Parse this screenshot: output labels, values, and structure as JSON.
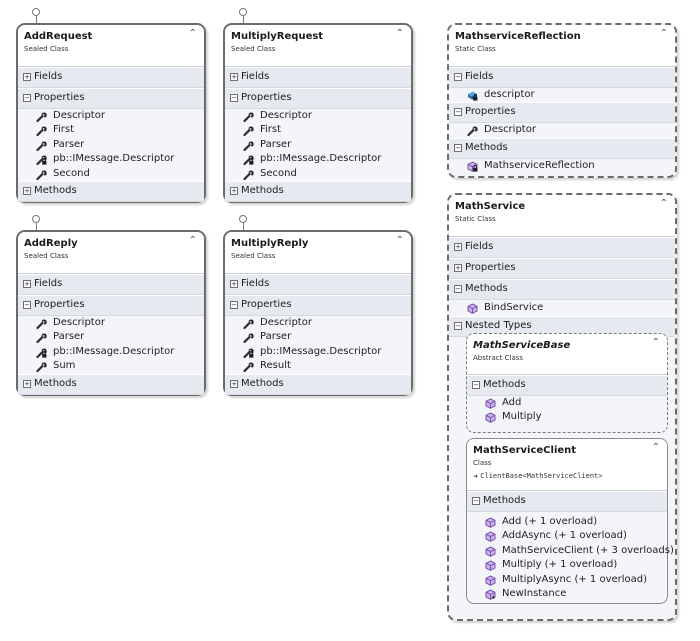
{
  "shapes": {
    "add_request": {
      "name": "AddRequest",
      "kind": "Sealed Class",
      "fields": "Fields",
      "properties": "Properties",
      "methods": "Methods",
      "props": [
        "Descriptor",
        "First",
        "Parser",
        "pb::IMessage.Descriptor",
        "Second"
      ]
    },
    "multiply_request": {
      "name": "MultiplyRequest",
      "kind": "Sealed Class",
      "fields": "Fields",
      "properties": "Properties",
      "methods": "Methods",
      "props": [
        "Descriptor",
        "First",
        "Parser",
        "pb::IMessage.Descriptor",
        "Second"
      ]
    },
    "add_reply": {
      "name": "AddReply",
      "kind": "Sealed Class",
      "fields": "Fields",
      "properties": "Properties",
      "methods": "Methods",
      "props": [
        "Descriptor",
        "Parser",
        "pb::IMessage.Descriptor",
        "Sum"
      ]
    },
    "multiply_reply": {
      "name": "MultiplyReply",
      "kind": "Sealed Class",
      "fields": "Fields",
      "properties": "Properties",
      "methods": "Methods",
      "props": [
        "Descriptor",
        "Parser",
        "pb::IMessage.Descriptor",
        "Result"
      ]
    },
    "reflection": {
      "name": "MathserviceReflection",
      "kind": "Static Class",
      "fields": "Fields",
      "properties": "Properties",
      "methods": "Methods",
      "field_items": [
        "descriptor"
      ],
      "prop_items": [
        "Descriptor"
      ],
      "method_items": [
        "MathserviceReflection"
      ]
    },
    "math_service": {
      "name": "MathService",
      "kind": "Static Class",
      "fields": "Fields",
      "properties": "Properties",
      "methods": "Methods",
      "nested": "Nested Types",
      "method_items": [
        "BindService"
      ]
    },
    "service_base": {
      "name": "MathServiceBase",
      "kind": "Abstract Class",
      "methods": "Methods",
      "method_items": [
        "Add",
        "Multiply"
      ]
    },
    "service_client": {
      "name": "MathServiceClient",
      "kind": "Class",
      "base": "ClientBase<MathServiceClient>",
      "methods": "Methods",
      "method_items": [
        "Add (+ 1 overload)",
        "AddAsync (+ 1 overload)",
        "MathServiceClient (+ 3 overloads)",
        "Multiply (+ 1 overload)",
        "MultiplyAsync (+ 1 overload)",
        "NewInstance"
      ]
    }
  },
  "symbols": {
    "expanded": "⊟",
    "collapsed": "⊞",
    "collapse_arrow": "⌃",
    "inherit_arrow": "➜"
  },
  "colors": {
    "header": "#ffffff",
    "body": "#f3f5f8",
    "section": "#e6e9ef",
    "border": "#6b6b6b",
    "method_icon": "#7b4fb3",
    "property_icon": "#333333",
    "field_icon": "#1f6fb5"
  }
}
